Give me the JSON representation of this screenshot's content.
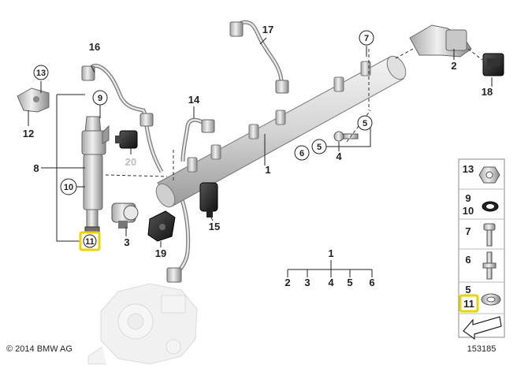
{
  "diagram": {
    "callouts": {
      "c1": "1",
      "c2": "2",
      "c3": "3",
      "c4": "4",
      "c5a": "5",
      "c5b": "5",
      "c6": "6",
      "c7": "7",
      "c8": "8",
      "c9": "9",
      "c10": "10",
      "c11": "11",
      "c12": "12",
      "c13": "13",
      "c14": "14",
      "c15": "15",
      "c16": "16",
      "c17": "17",
      "c18": "18",
      "c19": "19",
      "c20": "20"
    },
    "tree": {
      "root": "1",
      "children": [
        "2",
        "3",
        "4",
        "5",
        "6"
      ]
    },
    "legend_panel": {
      "n13": "13",
      "n9": "9",
      "n10": "10",
      "n7": "7",
      "n6": "6",
      "n5": "5",
      "n11": "11"
    },
    "copyright": "© 2014 BMW AG",
    "image_number": "153185",
    "highlight_color": "#e8d400"
  }
}
